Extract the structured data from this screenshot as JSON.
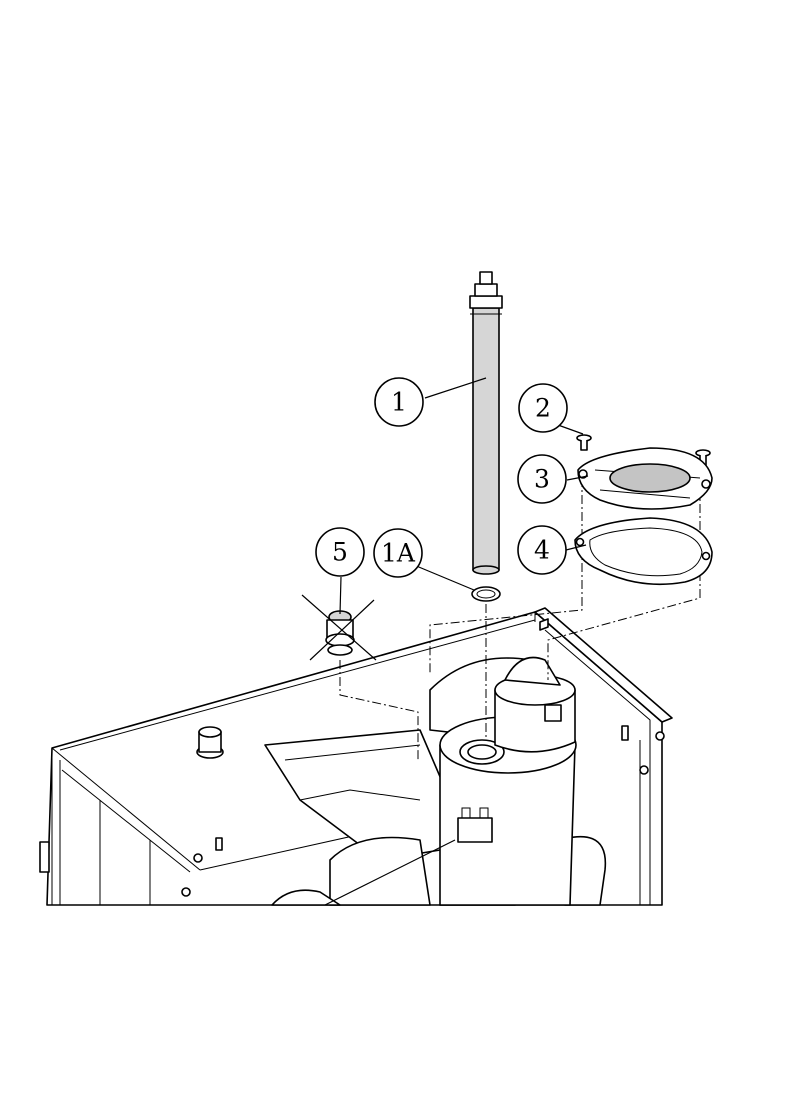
{
  "diagram": {
    "callouts": [
      {
        "id": "1",
        "label": "1"
      },
      {
        "id": "1A",
        "label": "1A"
      },
      {
        "id": "2",
        "label": "2"
      },
      {
        "id": "3",
        "label": "3"
      },
      {
        "id": "4",
        "label": "4"
      },
      {
        "id": "5",
        "label": "5"
      }
    ],
    "parts": [
      {
        "callout": "1",
        "icon": "filter-cartridge-icon"
      },
      {
        "callout": "1A",
        "icon": "o-ring-icon"
      },
      {
        "callout": "2",
        "icon": "screw-icon"
      },
      {
        "callout": "3",
        "icon": "cover-plate-icon"
      },
      {
        "callout": "4",
        "icon": "gasket-icon"
      },
      {
        "callout": "5",
        "icon": "crossed-out-plug-icon"
      }
    ],
    "colors": {
      "line": "#000000",
      "fill": "#ffffff",
      "shade": "#d6d6d6"
    }
  }
}
